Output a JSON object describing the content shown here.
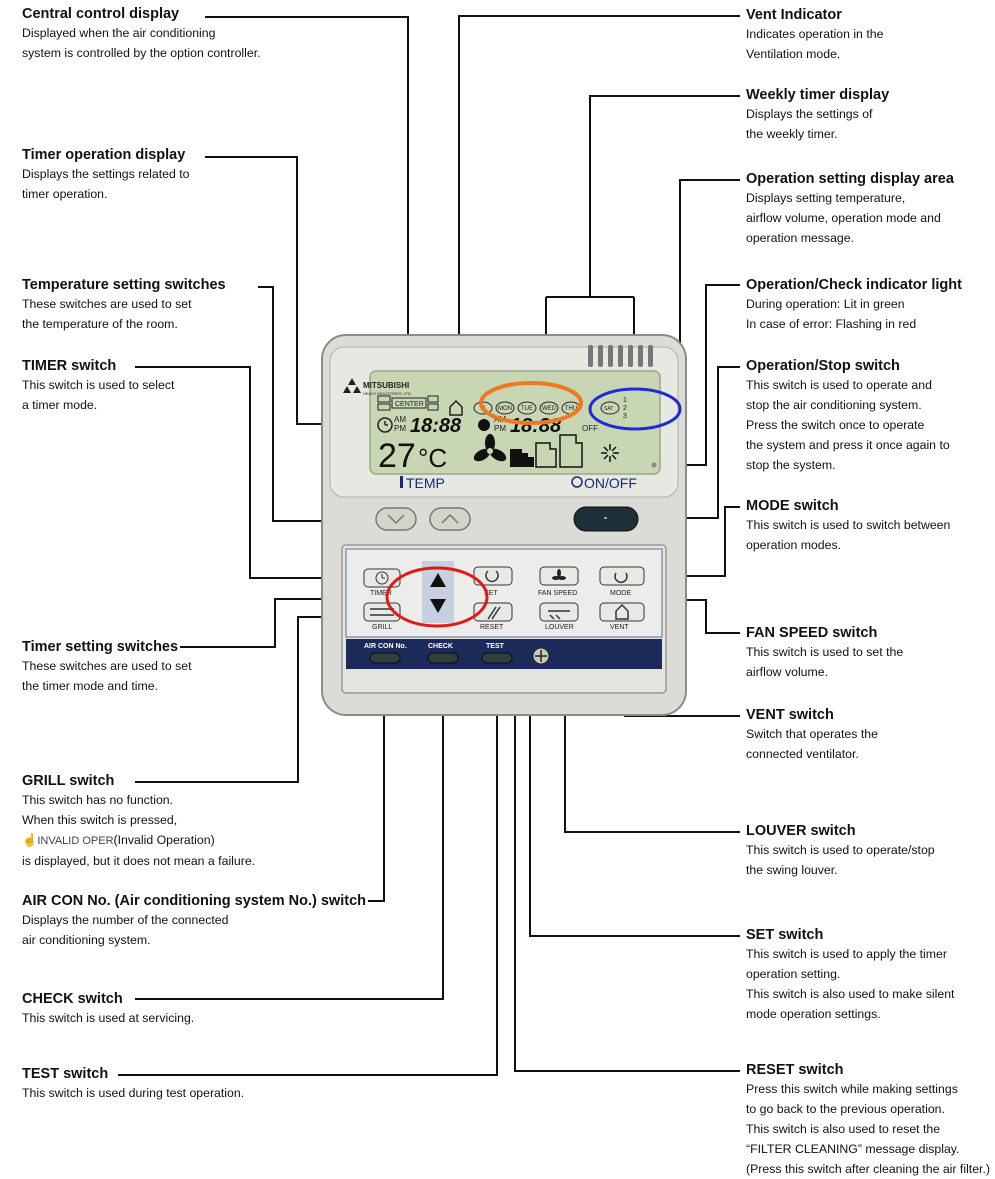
{
  "device": {
    "brand": "MITSUBISHI",
    "brand_sub": "HEAVY INDUSTRIES, LTD.",
    "lcd": {
      "center_label": "CENTER",
      "am": "AM",
      "pm": "PM",
      "clock_left": "18:88",
      "clock_right": "18:88",
      "off_label": "OFF",
      "temperature": "27",
      "degree_unit": "°C",
      "days_left": [
        "N",
        "MON",
        "TUE",
        "WED",
        "THU"
      ],
      "days_right": [
        "SAT"
      ],
      "row_numbers": [
        "1",
        "2",
        "3"
      ]
    },
    "temp_label": "TEMP",
    "onoff_label": "ON/OFF",
    "buttons": {
      "timer": "TIMER",
      "grill": "GRILL",
      "set": "SET",
      "reset": "RESET",
      "fan_speed": "FAN SPEED",
      "mode": "MODE",
      "louver": "LOUVER",
      "vent": "VENT",
      "air_con_no": "AIR CON No.",
      "check": "CHECK",
      "test": "TEST"
    }
  },
  "labels": {
    "central_control": {
      "title": "Central control display",
      "desc": "Displayed when the air conditioning\nsystem is controlled by the option controller."
    },
    "timer_operation": {
      "title": "Timer operation display",
      "desc": "Displays the settings related to\ntimer operation."
    },
    "temp_setting": {
      "title": "Temperature setting switches",
      "desc": "These switches are used to set\nthe temperature of the room."
    },
    "timer_switch": {
      "title": "TIMER switch",
      "desc": "This switch is used to select\na timer mode."
    },
    "timer_setting": {
      "title": "Timer setting switches",
      "desc": "These switches are used to set\nthe timer mode and time."
    },
    "grill": {
      "title": "GRILL switch",
      "desc": "This switch has no function.\nWhen this switch is pressed,",
      "invalid": "INVALID OPER",
      "desc2": "(Invalid Operation)",
      "desc3": "is displayed, but it does not mean a failure."
    },
    "air_con_no": {
      "title": "AIR CON No. (Air conditioning system No.) switch",
      "desc": "Displays the number of the connected\nair conditioning system."
    },
    "check": {
      "title": "CHECK switch",
      "desc": "This switch is used at servicing."
    },
    "test": {
      "title": "TEST switch",
      "desc": "This switch is used during test operation."
    },
    "vent_indicator": {
      "title": "Vent Indicator",
      "desc": "Indicates operation in the\nVentilation mode."
    },
    "weekly_timer": {
      "title": "Weekly timer display",
      "desc": "Displays the settings of\nthe weekly timer."
    },
    "operation_setting": {
      "title": "Operation setting display area",
      "desc": "Displays setting temperature,\nairflow volume, operation mode and\noperation message."
    },
    "op_check_light": {
      "title": "Operation/Check indicator light",
      "desc": "During operation: Lit in green\nIn case of error: Flashing in red"
    },
    "op_stop": {
      "title": "Operation/Stop switch",
      "desc": "This switch is used to operate and\nstop the air conditioning system.\nPress the switch once to operate\nthe system and press it once again to\nstop the system."
    },
    "mode": {
      "title": "MODE switch",
      "desc": "This switch is used to switch between\noperation modes."
    },
    "fan_speed": {
      "title": "FAN SPEED switch",
      "desc": "This switch is used to set the\nairflow volume."
    },
    "vent": {
      "title": "VENT switch",
      "desc": "Switch that operates the\nconnected ventilator."
    },
    "louver": {
      "title": "LOUVER switch",
      "desc": "This switch is used to operate/stop\nthe swing louver."
    },
    "set": {
      "title": "SET switch",
      "desc": "This switch is used to apply the timer\noperation setting.\nThis switch is also used to make silent\nmode operation settings."
    },
    "reset": {
      "title": "RESET switch",
      "desc": "Press this switch while making settings\nto go back to the previous operation.\nThis switch is also used to reset the\n“FILTER CLEANING” message display.\n(Press this switch after cleaning the air filter.)"
    }
  },
  "colors": {
    "highlight_orange": "#f07820",
    "highlight_blue": "#1e2ad8",
    "highlight_red": "#e01818",
    "panel_navy": "#1c2a5a",
    "lcd_green": "#c9d6b4"
  }
}
